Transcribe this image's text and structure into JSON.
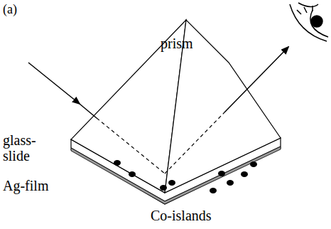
{
  "diagram": {
    "labels": [
      "(a)",
      "prism",
      "glass- slide",
      "Ag-film",
      "Co-islands"
    ]
  }
}
